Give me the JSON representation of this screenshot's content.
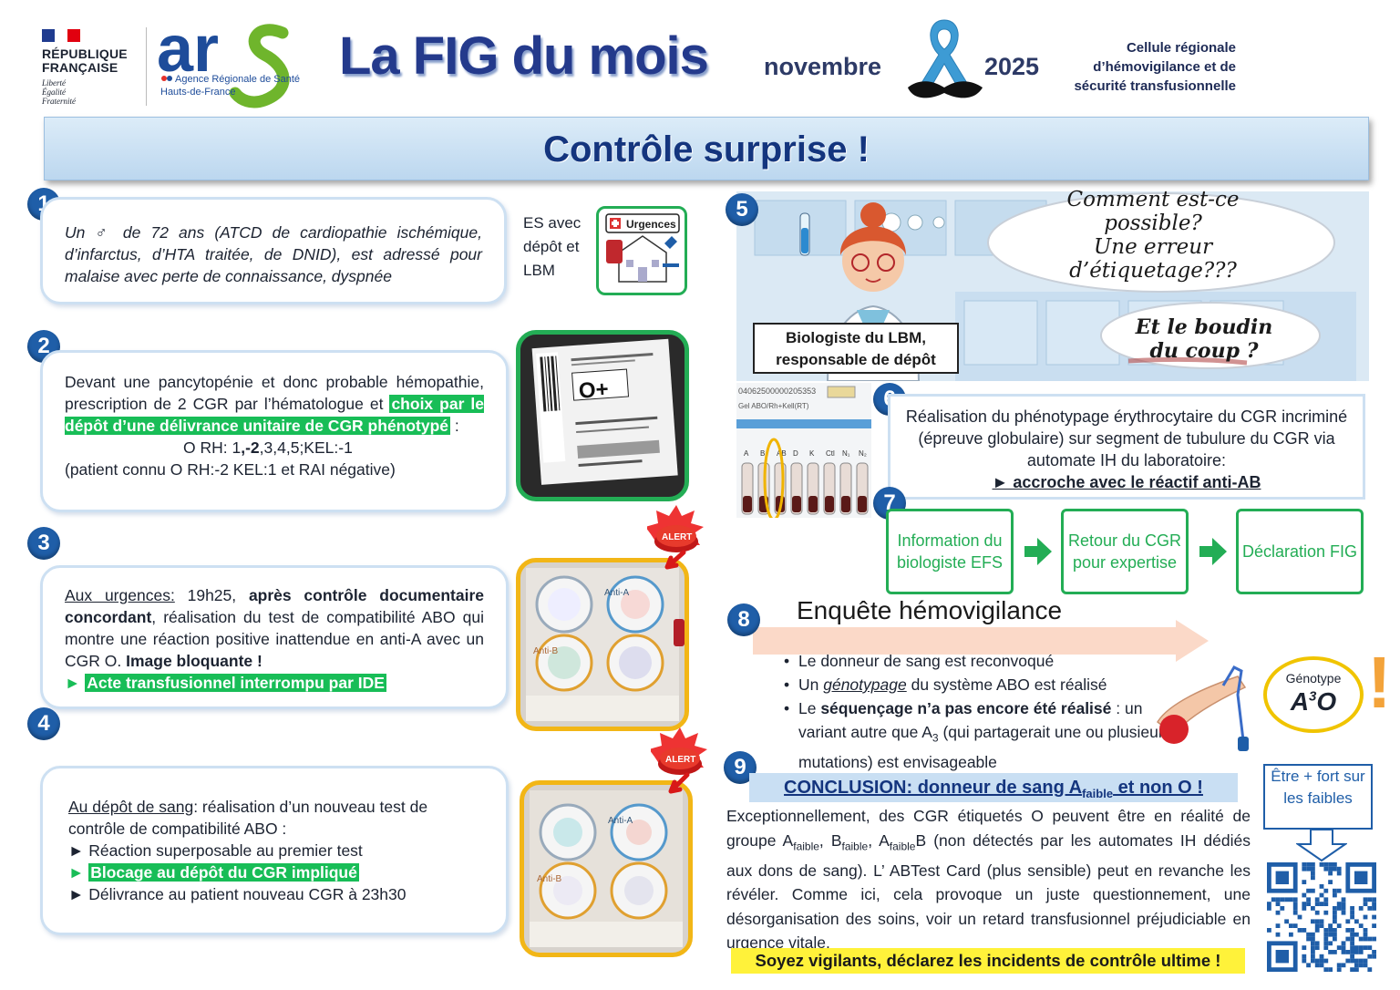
{
  "header": {
    "rf_title": "RÉPUBLIQUE\nFRANÇAISE",
    "rf_motto": [
      "Liberté",
      "Égalité",
      "Fraternité"
    ],
    "ars_logo": "ars",
    "ars_name": "Agence Régionale de Santé",
    "ars_region": "Hauts-de-France",
    "magazine_title": "La FIG du mois",
    "month": "novembre",
    "year": "2025",
    "cell": [
      "Cellule régionale",
      "d’hémovigilance et de",
      "sécurité transfusionnelle"
    ]
  },
  "title": "Contrôle surprise !",
  "step1": {
    "num": "1",
    "text": "Un ♂ de 72 ans (ATCD de cardiopathie ischémique, d’infarctus, d’HTA traitée, de DNID), est adressé pour malaise avec perte de connaissance, dyspnée",
    "side": "ES avec dépôt et LBM",
    "icon_label": "Urgences"
  },
  "step2": {
    "num": "2",
    "text_a": "Devant une pancytopénie et donc probable hémopathie, prescription de 2 CGR par l’hématologue et ",
    "highlight": "choix par le dépôt d’une délivrance unitaire de CGR phénotypé",
    "text_b": " :",
    "pheno_a": "O RH: 1",
    "pheno_b": ",-2",
    "pheno_c": ",3,4,5;KEL:-1",
    "patient": "(patient connu O RH:-2 KEL:1 et RAI négative)",
    "photo_group": "O+"
  },
  "step3": {
    "num": "3",
    "lead": "Aux urgences:",
    "text_a": " 19h25, ",
    "bold_a": "après contrôle documentaire concordant",
    "text_b": ", réalisation du test de compatibilité ABO qui montre une réaction positive inattendue en anti-A avec un CGR O. ",
    "bold_b": "Image bloquante !",
    "arrow": "►",
    "highlight": "Acte transfusionnel interrompu par IDE",
    "alert": "ALERT",
    "card_labels": [
      "Anti-A",
      "Anti-B"
    ]
  },
  "step4": {
    "num": "4",
    "lead": "Au dépôt de sang",
    "text": ": réalisation d’un nouveau test de contrôle de compatibilité ABO :",
    "items": [
      {
        "arrow": "►",
        "text": "Réaction superposable au premier test",
        "hl": false
      },
      {
        "arrow": "►",
        "text": "Blocage au dépôt du CGR impliqué",
        "hl": true
      },
      {
        "arrow": "►",
        "text": "Délivrance au patient nouveau CGR à 23h30",
        "hl": false
      }
    ],
    "alert": "ALERT"
  },
  "step5": {
    "num": "5",
    "cloud": [
      "Comment est-ce",
      "possible?",
      "Une erreur",
      "d’étiquetage???"
    ],
    "cloud2": [
      "Et le boudin",
      "du coup ?"
    ],
    "caption": [
      "Biologiste du LBM,",
      "responsable de dépôt"
    ]
  },
  "step6": {
    "num": "6",
    "text": "Réalisation du phénotypage érythrocytaire du CGR incriminé (épreuve globulaire) sur segment de tubulure du CGR via automate IH du laboratoire:",
    "result": "► accroche avec le réactif anti-AB",
    "gel_header": "Gel ABO/Rh+Kell(RT)",
    "gel_code": "04062500000205353",
    "gel_columns": [
      "A",
      "B",
      "AB",
      "D",
      "K",
      "Ctl",
      "N₁",
      "N₂"
    ]
  },
  "step7": {
    "num": "7",
    "flow": [
      "Information du biologiste EFS",
      "Retour du CGR pour expertise",
      "Déclaration FIG"
    ]
  },
  "step8": {
    "num": "8",
    "title": "Enquête hémovigilance",
    "b1": "Le donneur de sang est reconvoqué",
    "b2_pre": "Un ",
    "b2_ul": "génotypage",
    "b2_post": " du système ABO est réalisé",
    "b3_pre": "Le ",
    "b3_bold": "séquençage n’a pas encore été réalisé",
    "b3_post_a": " : un variant autre que A",
    "b3_sub": "3",
    "b3_post_b": " (qui partagerait une ou plusieurs mutations) est envisageable",
    "geno_label": "Génotype",
    "geno_a": "A",
    "geno_sup": "3",
    "geno_b": "O",
    "excl": "!"
  },
  "step9": {
    "num": "9",
    "concl_a": "CONCLUSION: donneur de sang A",
    "concl_sub": "faible",
    "concl_b": " et non O !",
    "text_a": "Exceptionnellement, des CGR étiquetés O peuvent être en réalité de groupe A",
    "sub": "faible",
    "text_b": ", B",
    "text_c": ", A",
    "text_d": "B (non détectés par les automates IH dédiés aux dons de sang). L’ ABTest Card (plus sensible) peut en revanche les révéler. Comme ici, cela provoque un juste questionnement, une désorganisation des soins, voir un retard transfusionnel préjudiciable en urgence vitale.",
    "vigilance": "Soyez vigilants, déclarez les incidents de contrôle ultime !",
    "etre": "Être + fort sur les faibles"
  },
  "colors": {
    "accent_blue": "#1f5ea8",
    "green": "#18bd57",
    "title_blue": "#14357e",
    "yellow": "#fff23a"
  }
}
